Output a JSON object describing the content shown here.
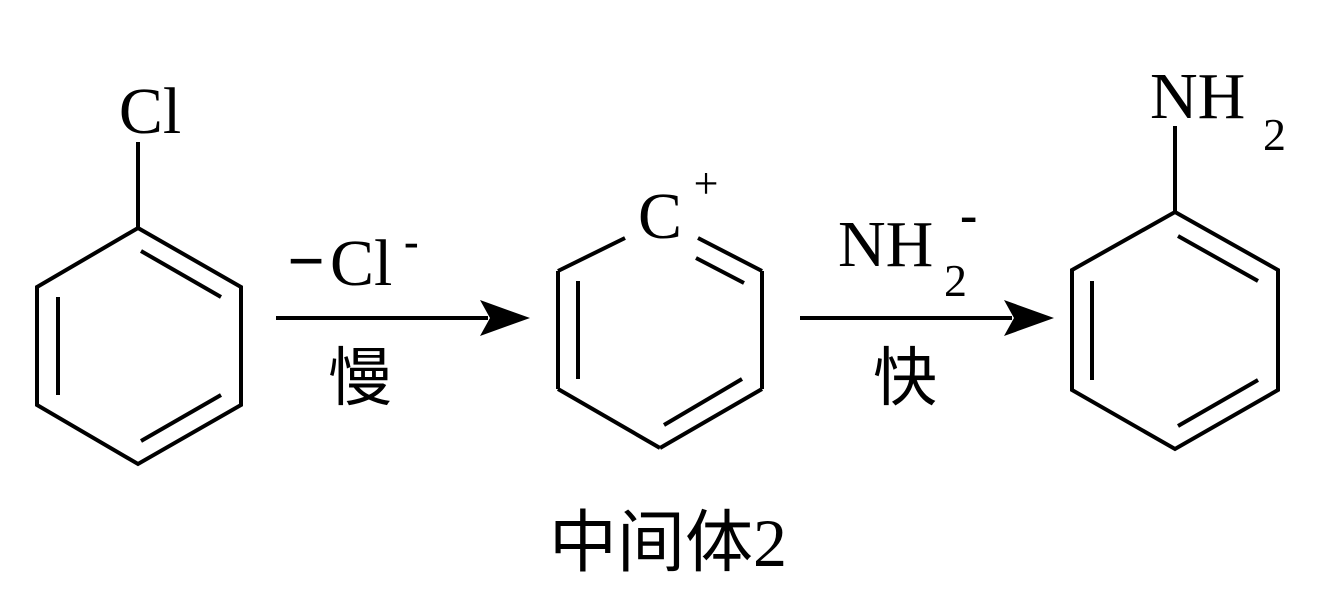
{
  "reactant": {
    "substituent": "Cl"
  },
  "step1": {
    "reagent_minus": "−",
    "reagent_species": "Cl",
    "reagent_charge": "-",
    "condition": "慢"
  },
  "intermediate": {
    "atom": "C",
    "charge": "+",
    "label": "中间体2"
  },
  "step2": {
    "reagent_species": "NH",
    "reagent_subscript": "2",
    "reagent_charge": "-",
    "condition": "快"
  },
  "product": {
    "group": "NH",
    "group_subscript": "2"
  }
}
